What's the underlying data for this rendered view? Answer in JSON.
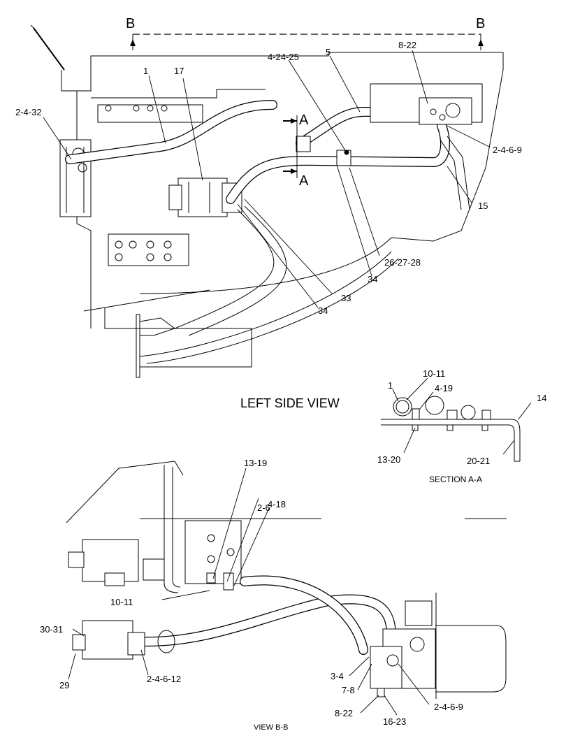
{
  "section_markers": {
    "b_left": "B",
    "b_right": "B",
    "a_top": "A",
    "a_bottom": "A"
  },
  "titles": {
    "left_side_view": "LEFT SIDE VIEW",
    "section_aa": "SECTION A-A",
    "view_bb": "VIEW B-B"
  },
  "callouts_top": [
    {
      "id": "c1",
      "label": "1"
    },
    {
      "id": "c17",
      "label": "17"
    },
    {
      "id": "c2-4-32",
      "label": "2-4-32"
    },
    {
      "id": "c4-24-25",
      "label": "4-24-25"
    },
    {
      "id": "c5",
      "label": "5"
    },
    {
      "id": "c8-22",
      "label": "8-22"
    },
    {
      "id": "c2-4-6-9",
      "label": "2-4-6-9"
    },
    {
      "id": "c15",
      "label": "15"
    },
    {
      "id": "c26-27-28",
      "label": "26-27-28"
    },
    {
      "id": "c34a",
      "label": "34"
    },
    {
      "id": "c33",
      "label": "33"
    },
    {
      "id": "c34b",
      "label": "34"
    }
  ],
  "callouts_section": [
    {
      "id": "s1",
      "label": "1"
    },
    {
      "id": "s10-11",
      "label": "10-11"
    },
    {
      "id": "s4-19",
      "label": "4-19"
    },
    {
      "id": "s14",
      "label": "14"
    },
    {
      "id": "s13-20",
      "label": "13-20"
    },
    {
      "id": "s20-21",
      "label": "20-21"
    }
  ],
  "callouts_bottom": [
    {
      "id": "b13-19",
      "label": "13-19"
    },
    {
      "id": "b2-6",
      "label": "2-6"
    },
    {
      "id": "b4-18",
      "label": "4-18"
    },
    {
      "id": "b10-11",
      "label": "10-11"
    },
    {
      "id": "b30-31",
      "label": "30-31"
    },
    {
      "id": "b29",
      "label": "29"
    },
    {
      "id": "b2-4-6-12",
      "label": "2-4-6-12"
    },
    {
      "id": "b3-4",
      "label": "3-4"
    },
    {
      "id": "b7-8",
      "label": "7-8"
    },
    {
      "id": "b8-22",
      "label": "8-22"
    },
    {
      "id": "b16-23",
      "label": "16-23"
    },
    {
      "id": "b2-4-6-9",
      "label": "2-4-6-9"
    }
  ]
}
